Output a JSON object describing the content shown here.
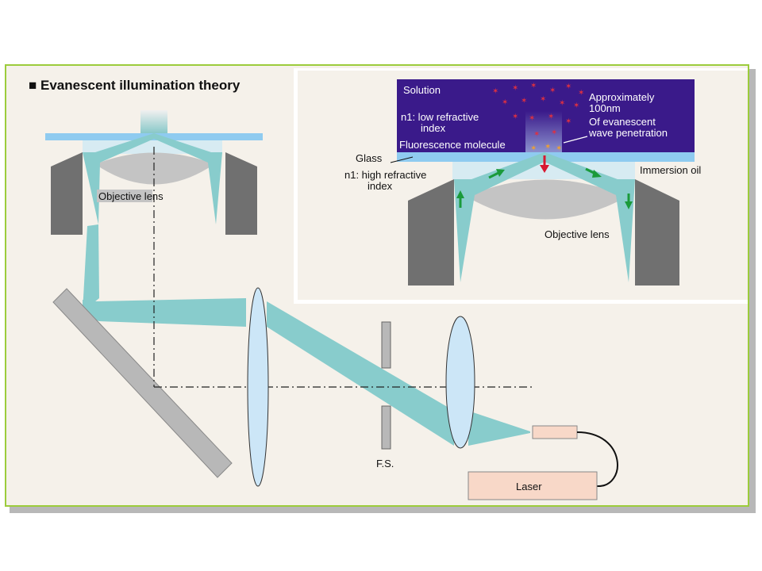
{
  "title": "■ Evanescent illumination theory",
  "main": {
    "objective_lens": "Objective lens",
    "field_stop": "F.S.",
    "laser": "Laser"
  },
  "inset": {
    "solution": "Solution",
    "n1_low_line1": "n1: low refractive",
    "n1_low_line2": "index",
    "fluorescence_molecule": "Fluorescence molecule",
    "glass": "Glass",
    "n1_high_line1": "n1: high refractive",
    "n1_high_line2": "index",
    "approx_line1": "Approximately",
    "approx_line2": "100nm",
    "approx_line3": "Of evanescent",
    "approx_line4": "wave penetration",
    "immersion_oil": "Immersion oil",
    "objective_lens": "Objective lens"
  },
  "colors": {
    "beam": "#88cccc",
    "glass": "#8fcbf0",
    "lens": "#cce6f7",
    "solution": "#3a1a8a",
    "mount": "#707070",
    "mirror": "#b8b8b8",
    "laser": "#f8d8c8",
    "frame_border": "#9ccc3c",
    "arrow_green": "#1a9a3a",
    "arrow_red": "#d81830"
  }
}
